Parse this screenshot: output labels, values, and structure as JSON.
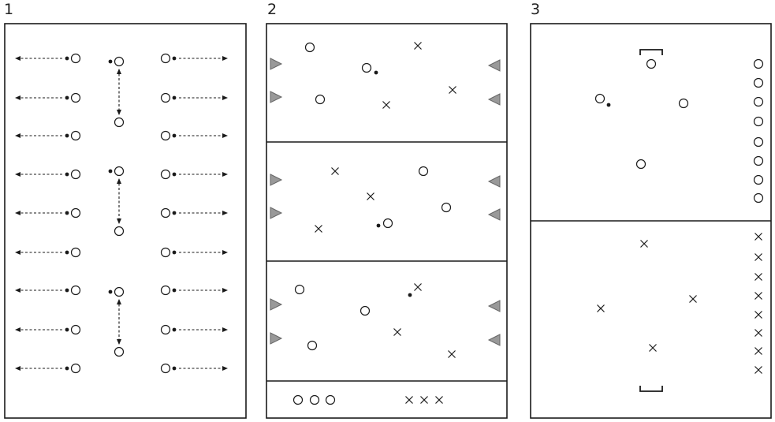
{
  "panels": [
    {
      "label": "1"
    },
    {
      "label": "2"
    },
    {
      "label": "3"
    }
  ],
  "colors": {
    "stroke": "#1a1a1a",
    "cone_fill": "#999999",
    "background": "#ffffff"
  }
}
